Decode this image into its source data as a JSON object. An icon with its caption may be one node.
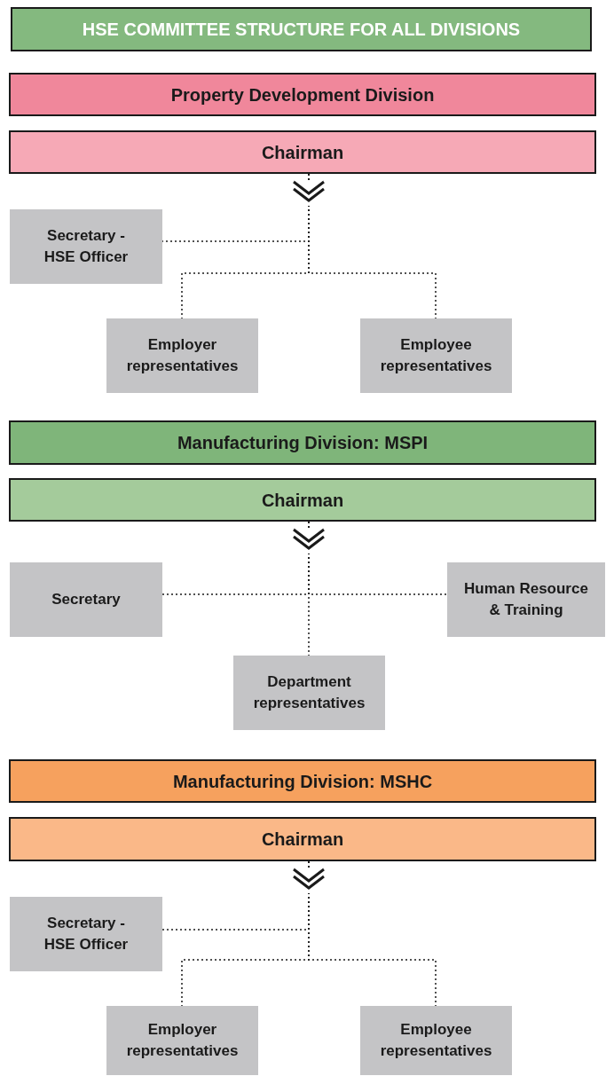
{
  "diagram": {
    "title": "HSE COMMITTEE STRUCTURE FOR ALL DIVISIONS",
    "nodes": [
      {
        "text": [
          "Property Development Division"
        ]
      },
      {
        "text": [
          "Chairman"
        ]
      },
      {
        "text": [
          "Secretary - HSE Officer"
        ]
      },
      {
        "text": [
          "Employer representatives"
        ]
      },
      {
        "text": [
          "Employee representatives"
        ]
      },
      {
        "text": [
          "Manufacturing Division: MSPI"
        ]
      },
      {
        "text": [
          "Chairman"
        ]
      },
      {
        "text": [
          "Secretary"
        ]
      },
      {
        "text": [
          "Human Resource & Training"
        ]
      },
      {
        "text": [
          "Department representatives"
        ]
      },
      {
        "text": [
          "Manufacturing Division: MSHC"
        ]
      },
      {
        "text": [
          "Chairman"
        ]
      },
      {
        "text": [
          "Secretary - HSE Officer"
        ]
      },
      {
        "text": [
          "Employer representatives"
        ]
      },
      {
        "text": [
          "Employee representatives"
        ]
      }
    ],
    "edges": [
      {
        "from": 1,
        "to": 2,
        "arrow": "to",
        "style": "dashed"
      },
      {
        "from": 1,
        "to": 3,
        "arrow": "to",
        "style": "dashed"
      },
      {
        "from": 1,
        "to": 4,
        "arrow": "to",
        "style": "dashed"
      },
      {
        "from": 6,
        "to": 7,
        "arrow": "to",
        "style": "dashed"
      },
      {
        "from": 6,
        "to": 8,
        "arrow": "to",
        "style": "dashed"
      },
      {
        "from": 6,
        "to": 9,
        "arrow": "to",
        "style": "dashed"
      },
      {
        "from": 11,
        "to": 12,
        "arrow": "to",
        "style": "dashed"
      },
      {
        "from": 11,
        "to": 13,
        "arrow": "to",
        "style": "dashed"
      },
      {
        "from": 11,
        "to": 14,
        "arrow": "to",
        "style": "dashed"
      }
    ]
  }
}
